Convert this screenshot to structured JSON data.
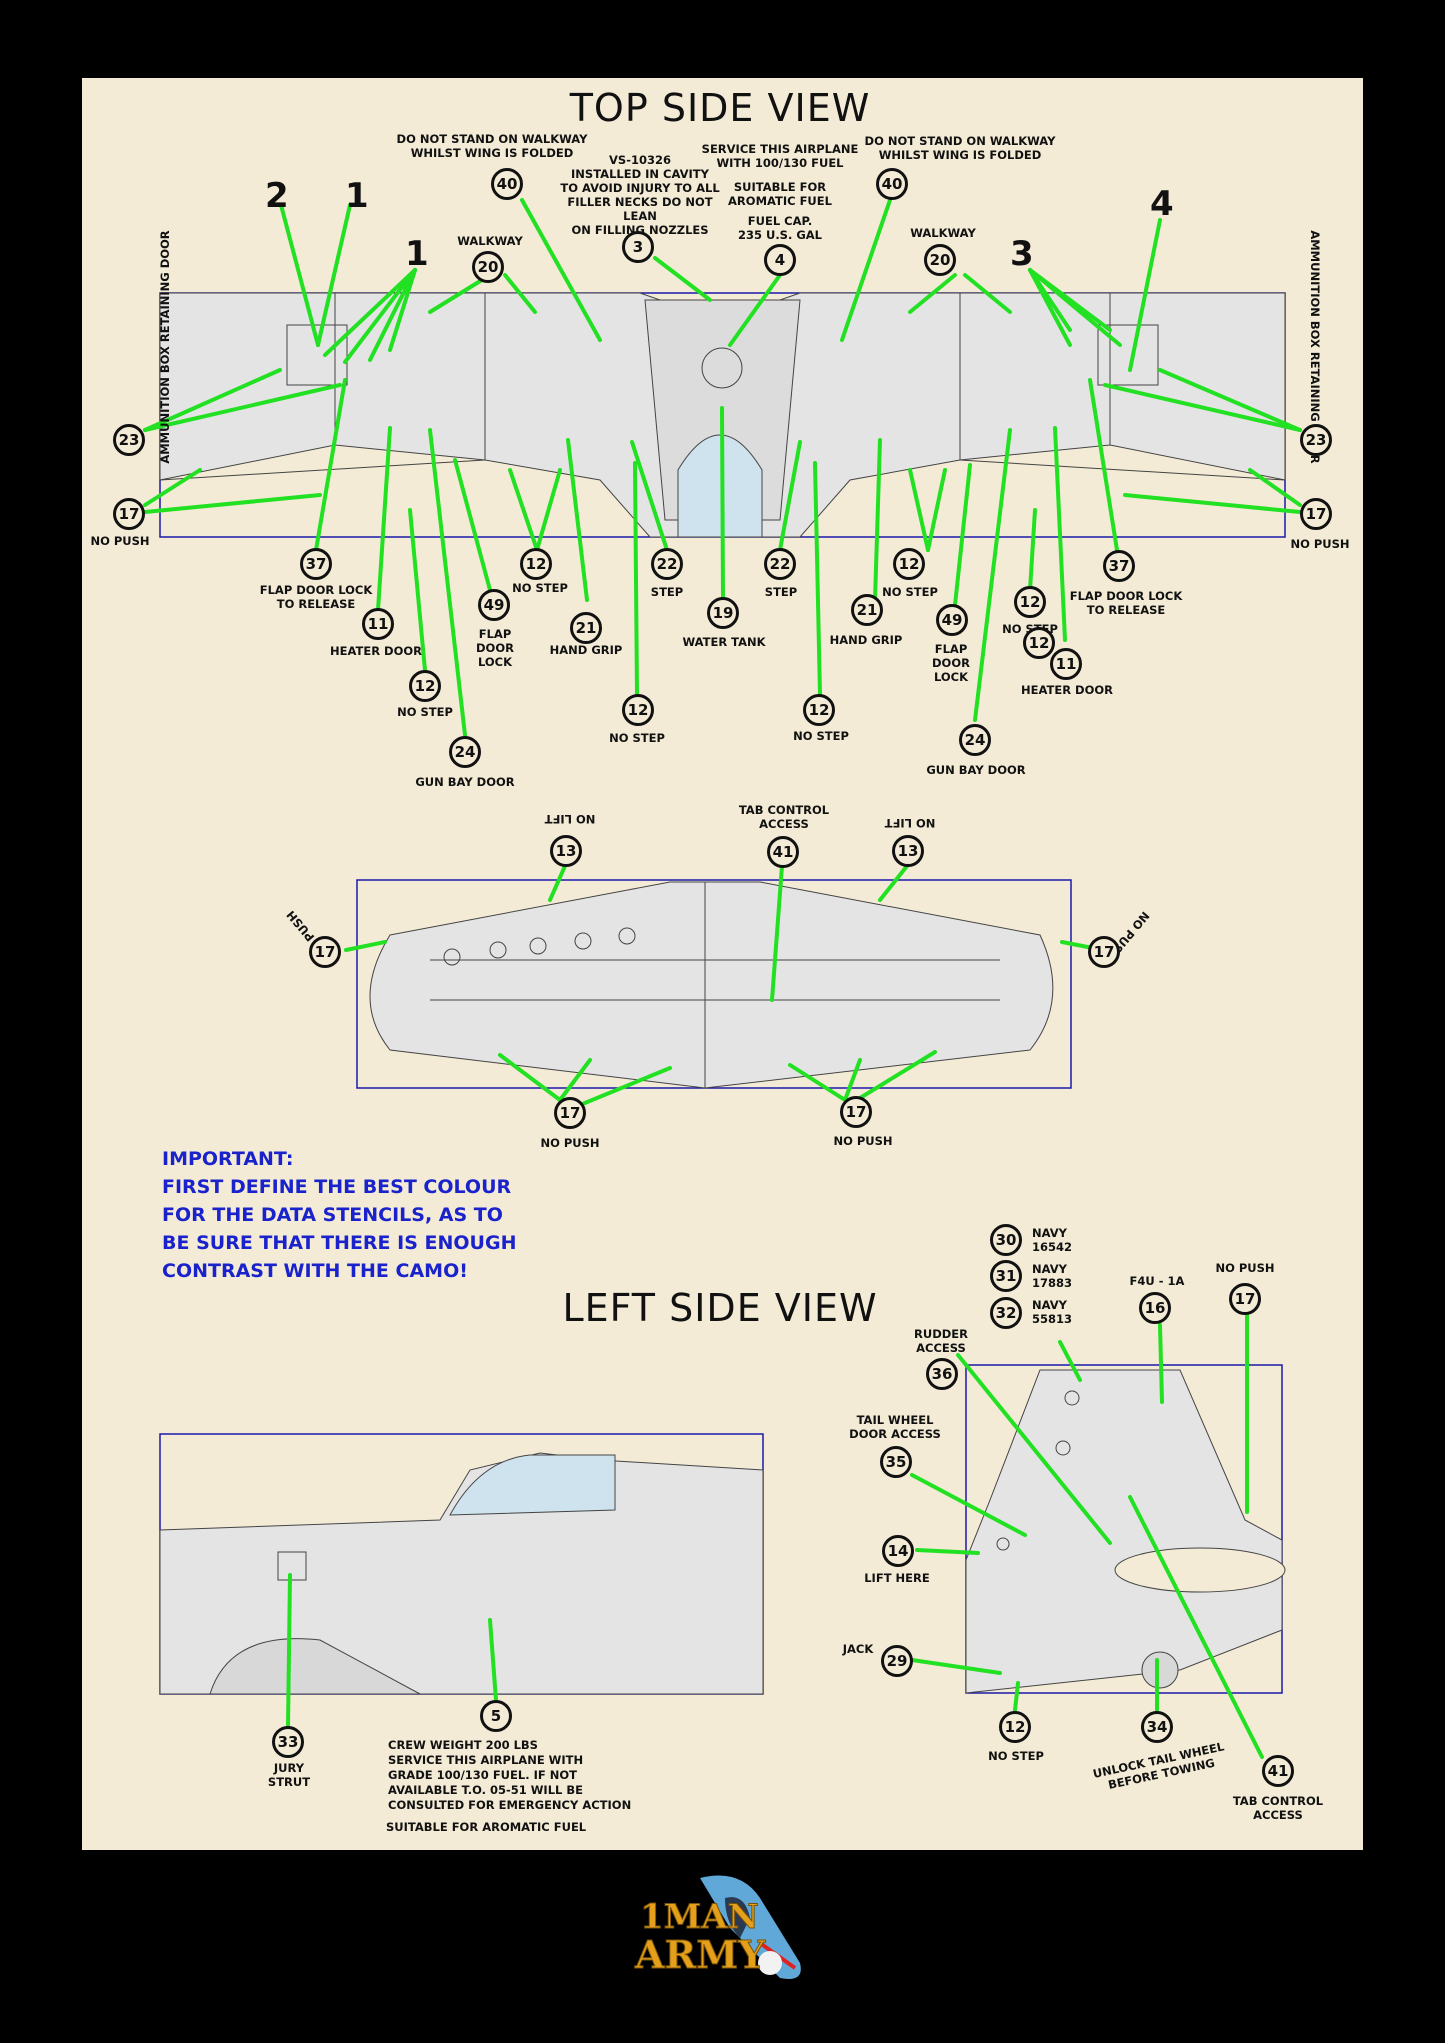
{
  "titles": {
    "top": "TOP SIDE VIEW",
    "left": "LEFT SIDE VIEW"
  },
  "colors": {
    "background": "#000000",
    "sheet": "#f3ebd6",
    "leader": "#22e022",
    "frame": "#1a1aa8",
    "important": "#1a22cc"
  },
  "important_note": "IMPORTANT:\nFIRST DEFINE THE BEST COLOUR\nFOR THE DATA STENCILS, AS TO\nBE SURE THAT THERE IS ENOUGH\nCONTRAST WITH THE CAMO!",
  "side_labels": {
    "left": "AMMUNITION BOX RETAINING DOOR",
    "right": "AMMUNITION BOX RETAINING DOOR"
  },
  "big_numbers": [
    "2",
    "1",
    "1",
    "3",
    "4"
  ],
  "top_labels": {
    "walkway_left_note": "DO NOT STAND ON WALKWAY\nWHILST WING IS FOLDED",
    "walkway_right_note": "DO NOT STAND ON WALKWAY\nWHILST WING IS FOLDED",
    "vs_note": "VS-10326\nINSTALLED IN CAVITY\nTO AVOID INJURY TO ALL\nFILLER NECKS DO NOT LEAN\nON FILLING NOZZLES",
    "service_note": "SERVICE THIS AIRPLANE\nWITH 100/130 FUEL",
    "aromatic_note": "SUITABLE FOR\nAROMATIC FUEL",
    "fuel_cap": "FUEL CAP.\n235 U.S. GAL",
    "walkway": "WALKWAY",
    "no_push": "NO PUSH",
    "flap_door_lock": "FLAP DOOR LOCK\nTO RELEASE",
    "heater_door": "HEATER DOOR",
    "no_step": "NO STEP",
    "flap_door": "FLAP\nDOOR\nLOCK",
    "hand_grip": "HAND GRIP",
    "step": "STEP",
    "water_tank": "WATER TANK",
    "gun_bay_door": "GUN BAY DOOR"
  },
  "tail_labels": {
    "no_lift": "NO LIFT",
    "tab_control": "TAB CONTROL\nACCESS",
    "no_push": "NO PUSH"
  },
  "side_view_labels": {
    "navy_30": "NAVY\n16542",
    "navy_31": "NAVY\n17883",
    "navy_32": "NAVY\n55813",
    "f4u": "F4U - 1A",
    "no_push": "NO PUSH",
    "rudder_access": "RUDDER\nACCESS",
    "tail_wheel_door": "TAIL WHEEL\nDOOR ACCESS",
    "lift_here": "LIFT HERE",
    "jack": "JACK",
    "no_step": "NO STEP",
    "unlock_tail": "UNLOCK TAIL WHEEL\nBEFORE TOWING",
    "tab_control": "TAB CONTROL\nACCESS",
    "jury_strut": "JURY\nSTRUT",
    "crew_note": "CREW WEIGHT 200 LBS\nSERVICE THIS AIRPLANE WITH\nGRADE 100/130 FUEL. IF NOT\nAVAILABLE T.O. 05-51 WILL BE\nCONSULTED FOR EMERGENCY ACTION",
    "aromatic": "SUITABLE FOR AROMATIC FUEL"
  },
  "callouts": [
    "40",
    "3",
    "4",
    "40",
    "20",
    "20",
    "23",
    "23",
    "17",
    "17",
    "37",
    "37",
    "11",
    "11",
    "12",
    "12",
    "12",
    "12",
    "12",
    "12",
    "12",
    "49",
    "49",
    "21",
    "21",
    "22",
    "22",
    "19",
    "24",
    "24",
    "13",
    "41",
    "13",
    "17",
    "17",
    "17",
    "17",
    "30",
    "31",
    "32",
    "16",
    "17",
    "36",
    "35",
    "14",
    "29",
    "12",
    "34",
    "41",
    "33",
    "5"
  ]
}
